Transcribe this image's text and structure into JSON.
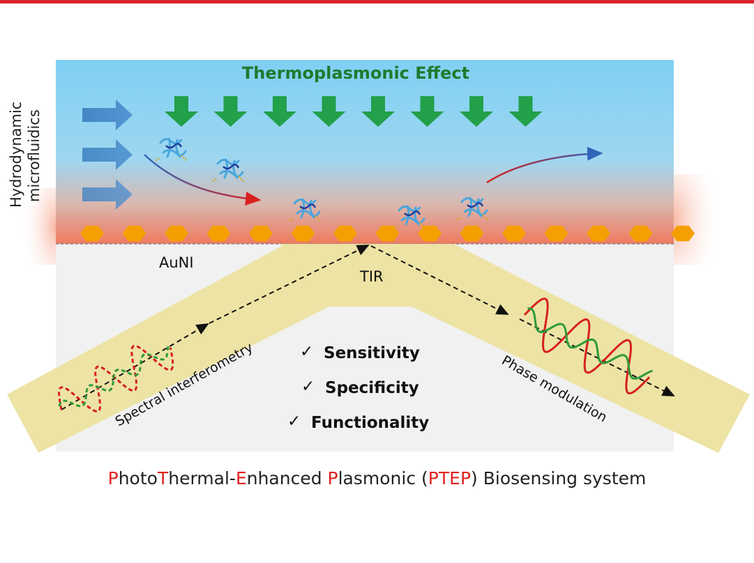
{
  "title": "Thermoplasmonic Effect",
  "side_label": [
    "Hydrodynamic",
    "microfluidics"
  ],
  "labels": {
    "auni": "AuNI",
    "tir": "TIR",
    "left_beam": "Spectral interferometry",
    "right_beam": "Phase modulation"
  },
  "features": [
    "Sensitivity",
    "Specificity",
    "Functionality"
  ],
  "check_glyph": "✓",
  "caption_parts": [
    {
      "text": "P",
      "hl": true
    },
    {
      "text": "hoto",
      "hl": false
    },
    {
      "text": "T",
      "hl": true
    },
    {
      "text": "hermal-",
      "hl": false
    },
    {
      "text": "E",
      "hl": true
    },
    {
      "text": "nhanced ",
      "hl": false
    },
    {
      "text": "P",
      "hl": true
    },
    {
      "text": "lasmonic (",
      "hl": false
    },
    {
      "text": "PTEP",
      "hl": true
    },
    {
      "text": ") Biosensing system",
      "hl": false
    }
  ],
  "colors": {
    "accent_red": "#e0201e",
    "title_green": "#1f7a2e",
    "arrow_green": "#22a04a",
    "flow_blue": "#3d86c6",
    "nanoisland_orange": "#f5a000",
    "beam_yellow": "#ede3a4",
    "water_top": "#7fcff2",
    "heat_red": "#ef7a5f"
  },
  "icons": {
    "flow_arrow": "right-arrow-icon",
    "heat_arrow": "down-arrow-icon",
    "molecule": "antibody-icon"
  }
}
